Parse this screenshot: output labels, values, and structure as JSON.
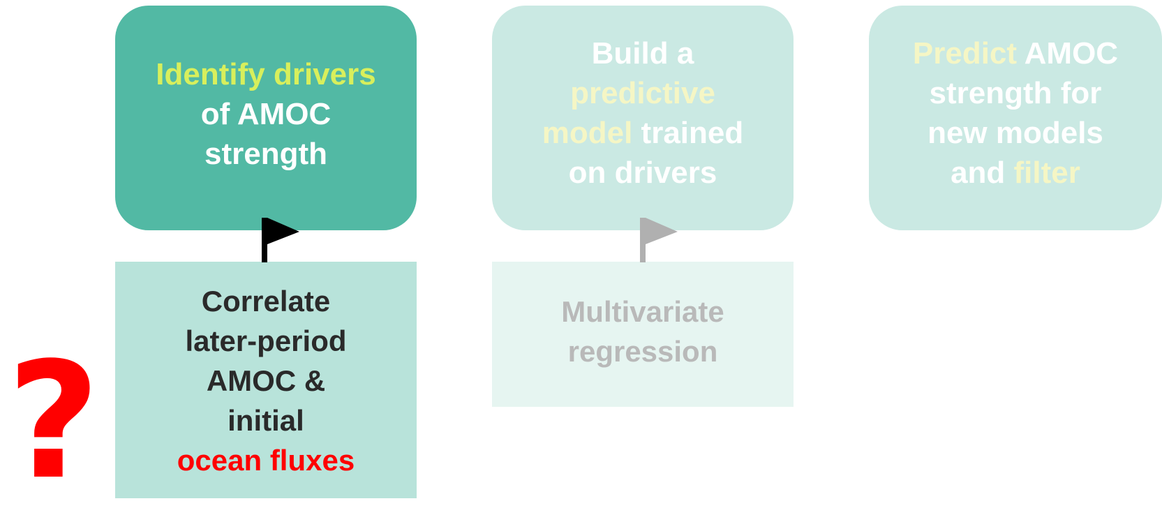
{
  "steps": [
    {
      "lines": [
        [
          {
            "text": "Identify drivers",
            "hl": true
          }
        ],
        [
          {
            "text": "of AMOC",
            "hl": false
          }
        ],
        [
          {
            "text": "strength",
            "hl": false
          }
        ]
      ]
    },
    {
      "lines": [
        [
          {
            "text": "Build a",
            "hl": false
          }
        ],
        [
          {
            "text": "predictive",
            "hl": true
          }
        ],
        [
          {
            "text": "model",
            "hl": true
          },
          {
            "text": " trained",
            "hl": false
          }
        ],
        [
          {
            "text": "on drivers",
            "hl": false
          }
        ]
      ]
    },
    {
      "lines": [
        [
          {
            "text": "Predict",
            "hl": true
          },
          {
            "text": " AMOC",
            "hl": false
          }
        ],
        [
          {
            "text": "strength for",
            "hl": false
          }
        ],
        [
          {
            "text": "new models",
            "hl": false
          }
        ],
        [
          {
            "text": "and ",
            "hl": false
          },
          {
            "text": "filter",
            "hl": true
          }
        ]
      ]
    }
  ],
  "methods": [
    {
      "lines": [
        [
          {
            "text": "Correlate",
            "hl": false
          }
        ],
        [
          {
            "text": "later-period",
            "hl": false
          }
        ],
        [
          {
            "text": "AMOC &",
            "hl": false
          }
        ],
        [
          {
            "text": "initial",
            "hl": false
          }
        ],
        [
          {
            "text": "ocean fluxes",
            "hl": true
          }
        ]
      ]
    },
    {
      "lines": [
        [
          {
            "text": "Multivariate",
            "hl": false
          }
        ],
        [
          {
            "text": "regression",
            "hl": false
          }
        ]
      ]
    }
  ],
  "question_mark": "?",
  "colors": {
    "active_step": "#52b9a4",
    "faded_step": "#cae9e3",
    "active_method": "#b8e3da",
    "faded_method": "#e6f5f1",
    "highlight_active": "#d8ef5c",
    "highlight_faded": "#f5f6c5",
    "flag_active": "#000000",
    "flag_faded": "#b0b0b0",
    "question_mark": "#ff0000"
  }
}
